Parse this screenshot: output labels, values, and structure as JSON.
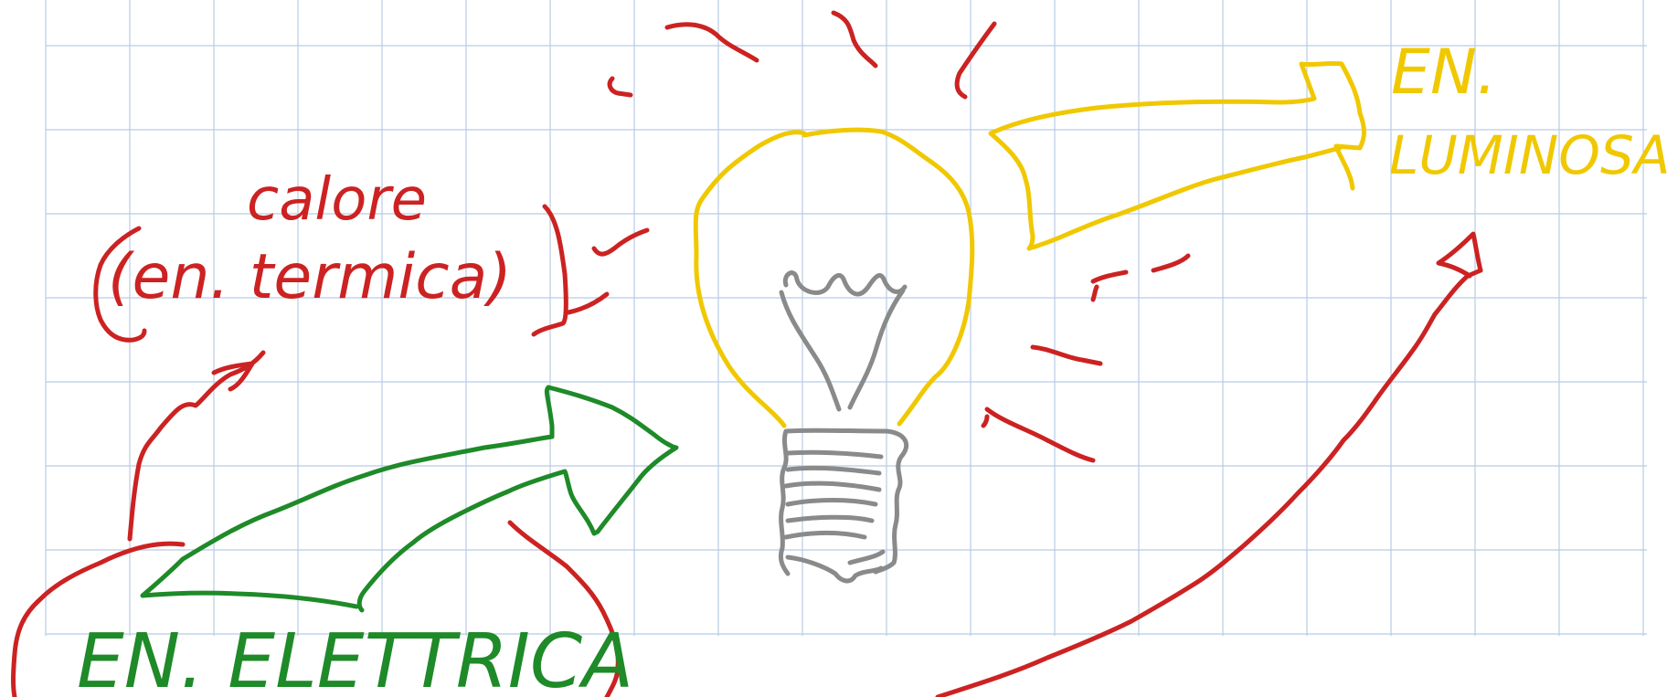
{
  "colors": {
    "heat": "#cc2222",
    "light": "#f0c800",
    "electric": "#1e8a28",
    "bulb_base": "#8a8a8a",
    "grid": "#b8cce6"
  },
  "labels": {
    "heat_word": "calore",
    "heat_detail": "(en. termica)",
    "light_line1": "EN.",
    "light_line2": "LUMINOSA",
    "electric": "EN. ELETTRICA"
  }
}
